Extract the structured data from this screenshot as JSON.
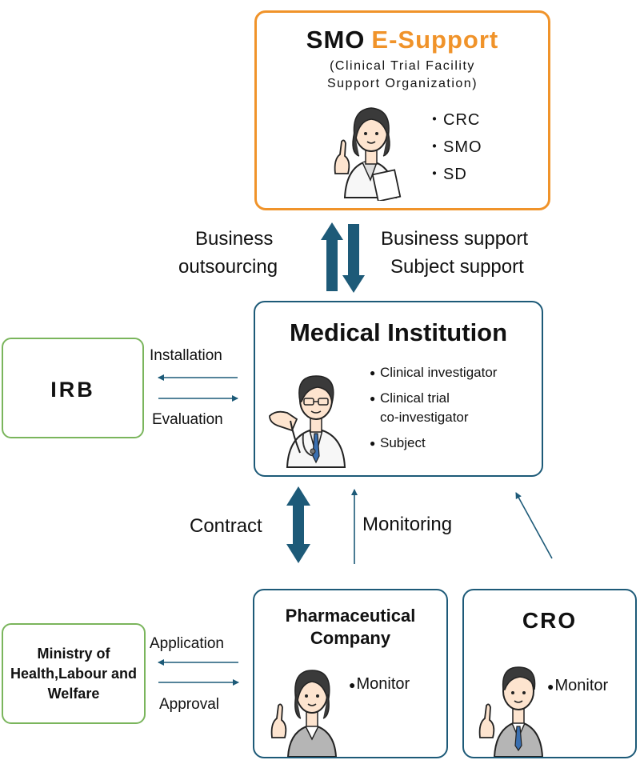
{
  "smo": {
    "title_main": "SMO",
    "title_brand": "E-Support",
    "subtitle_line1": "(Clinical Trial Facility",
    "subtitle_line2": "Support Organization)",
    "roles": [
      "CRC",
      "SMO",
      "SD"
    ]
  },
  "medical": {
    "title": "Medical Institution",
    "roles": [
      "Clinical investigator",
      "Clinical trial",
      "co-investigator",
      "Subject"
    ]
  },
  "irb": {
    "title": "IRB"
  },
  "pharma": {
    "title": "Pharmaceutical Company",
    "role": "Monitor"
  },
  "cro": {
    "title": "CRO",
    "role": "Monitor"
  },
  "mhlw": {
    "title": "Ministry of Health,Labour and Welfare"
  },
  "edges": {
    "business_outsourcing_1": "Business",
    "business_outsourcing_2": "outsourcing",
    "business_support": "Business support",
    "subject_support": "Subject support",
    "installation": "Installation",
    "evaluation": "Evaluation",
    "contract": "Contract",
    "monitoring": "Monitoring",
    "application": "Application",
    "approval": "Approval"
  },
  "colors": {
    "accent_orange": "#f0932a",
    "arrow_blue": "#1d5a78",
    "border_green": "#7ab55c"
  }
}
